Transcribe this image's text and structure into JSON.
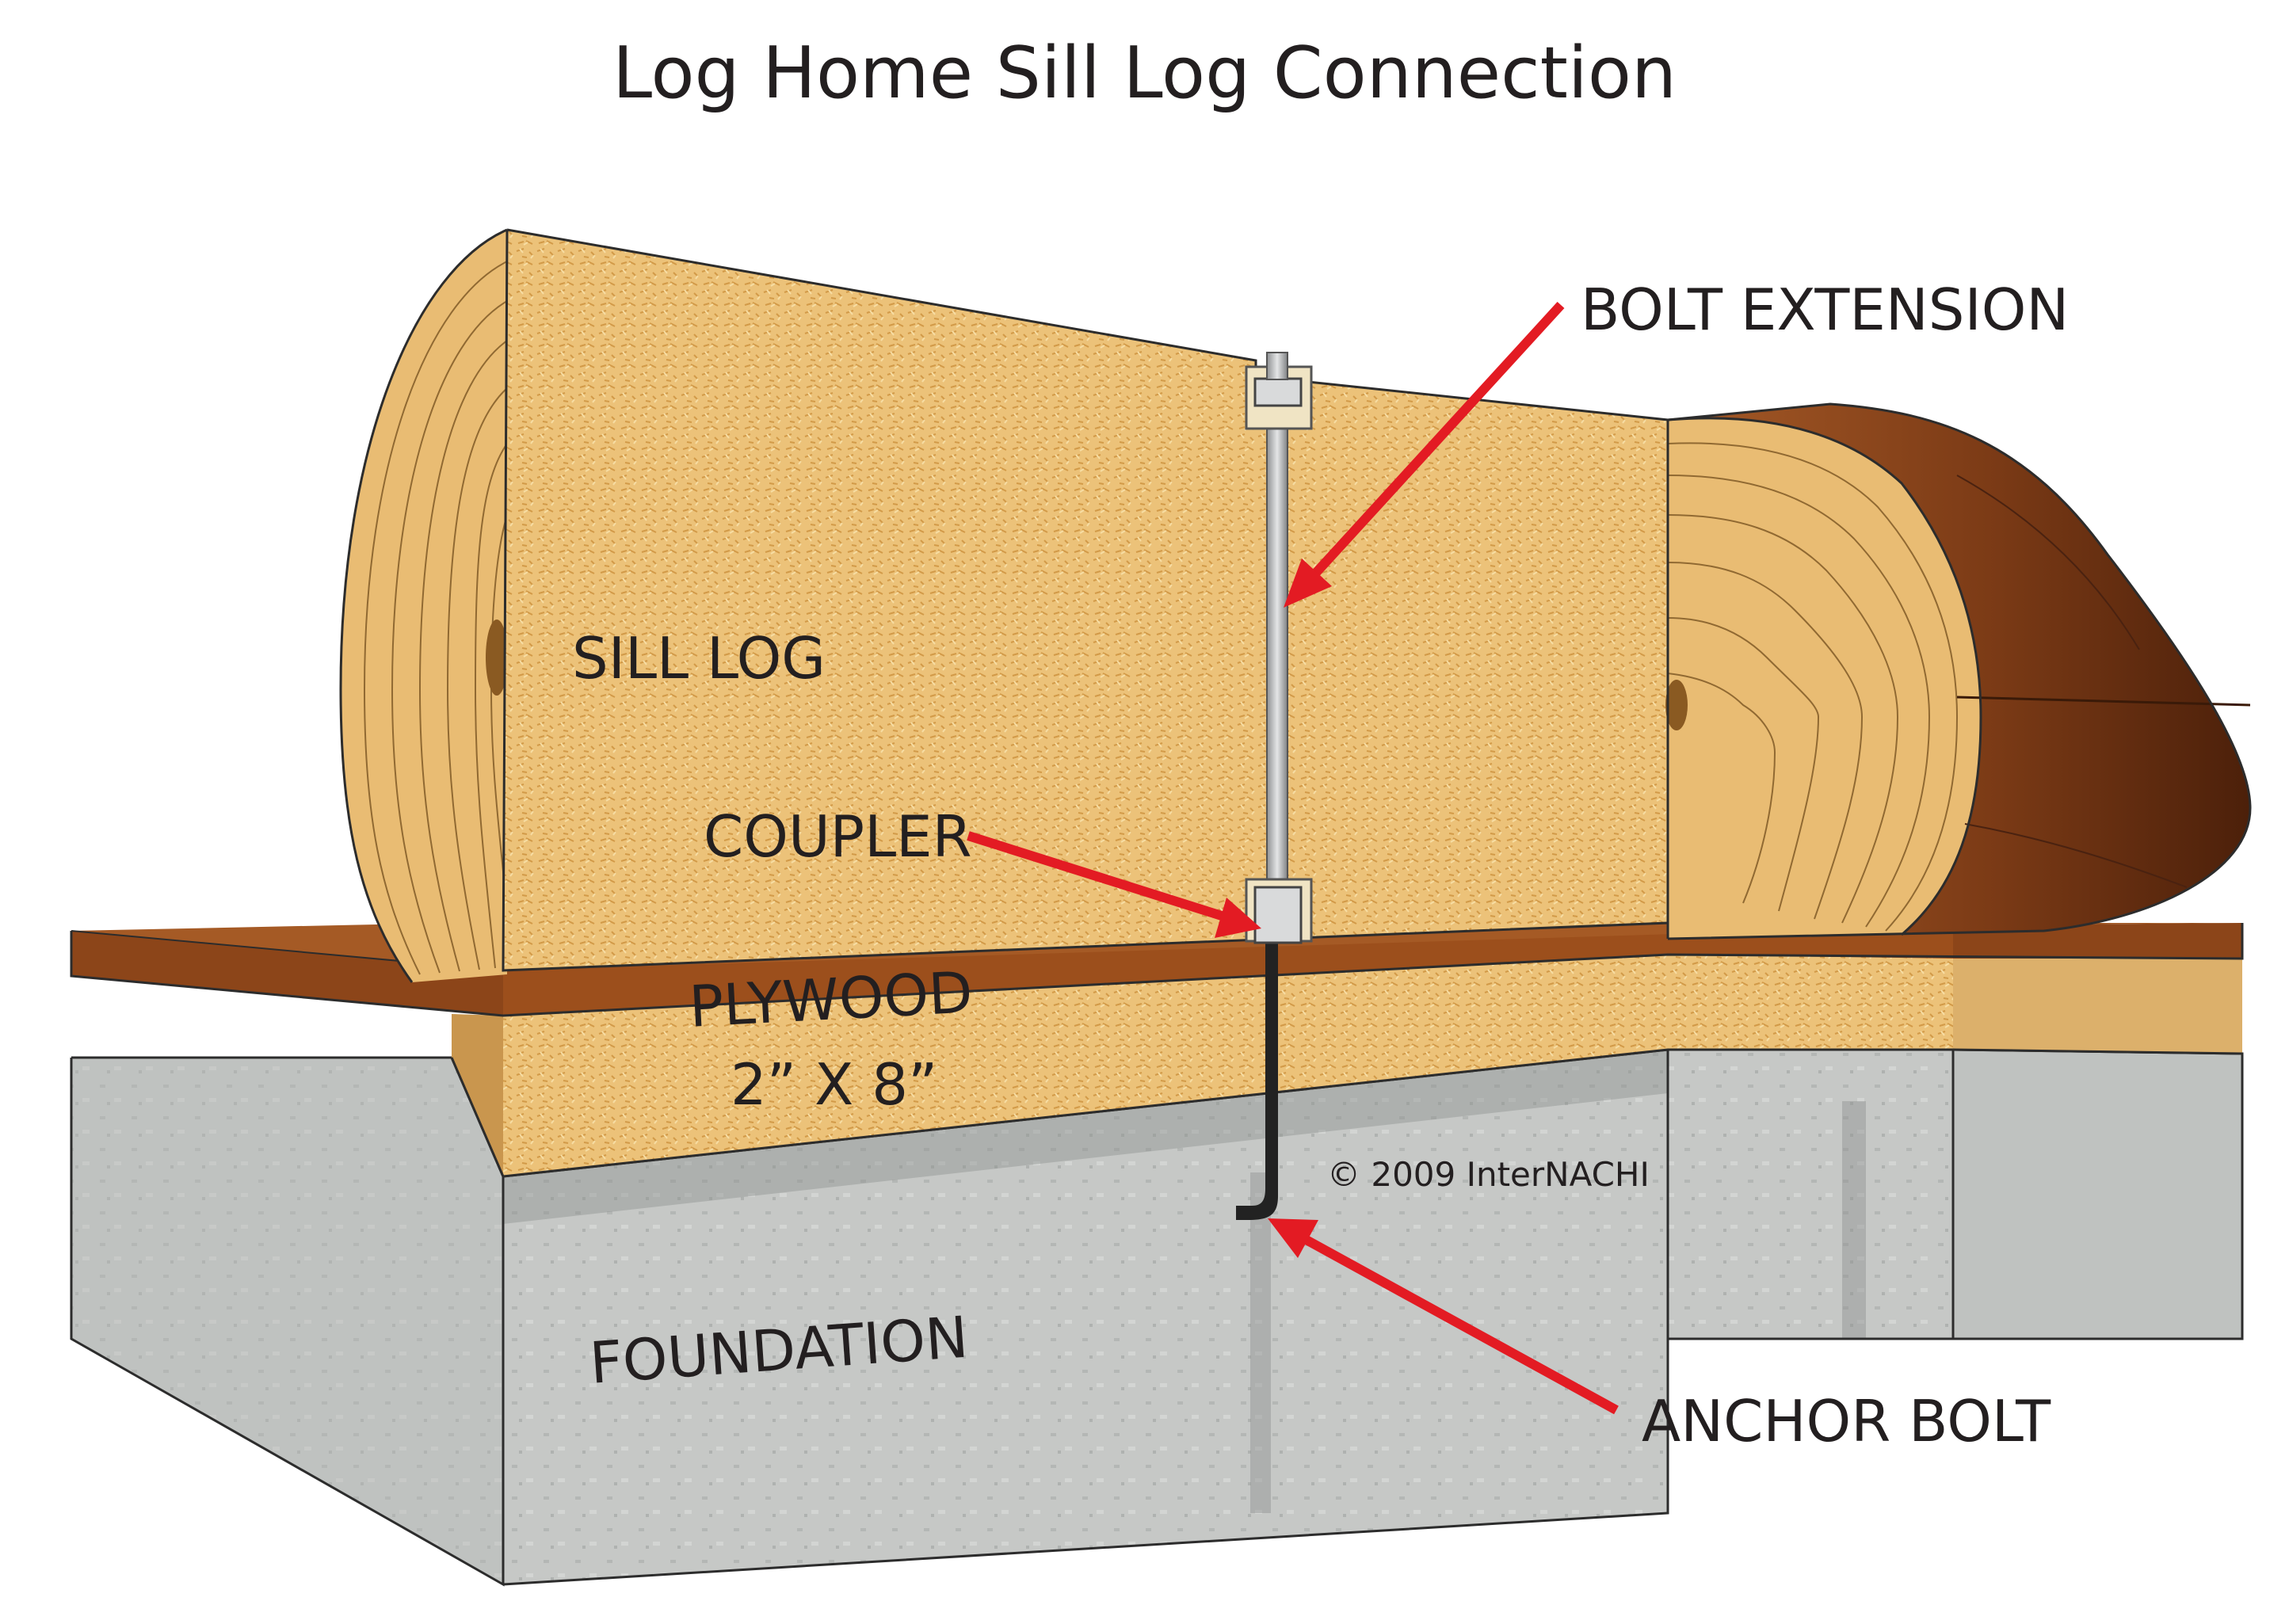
{
  "title": "Log Home Sill Log Connection",
  "labels": {
    "bolt_extension": "BOLT EXTENSION",
    "sill_log": "SILL LOG",
    "coupler": "COUPLER",
    "plywood": "PLYWOOD",
    "lumber_size": "2” X 8”",
    "foundation": "FOUNDATION",
    "anchor_bolt": "ANCHOR BOLT",
    "copyright": "© 2009  InterNACHI"
  },
  "colors": {
    "arrow": "#e31b23",
    "wood": "#ecc279",
    "plywood": "#9c4f1c",
    "concrete": "#c6c8c6",
    "log_bark": "#7c3b16"
  }
}
